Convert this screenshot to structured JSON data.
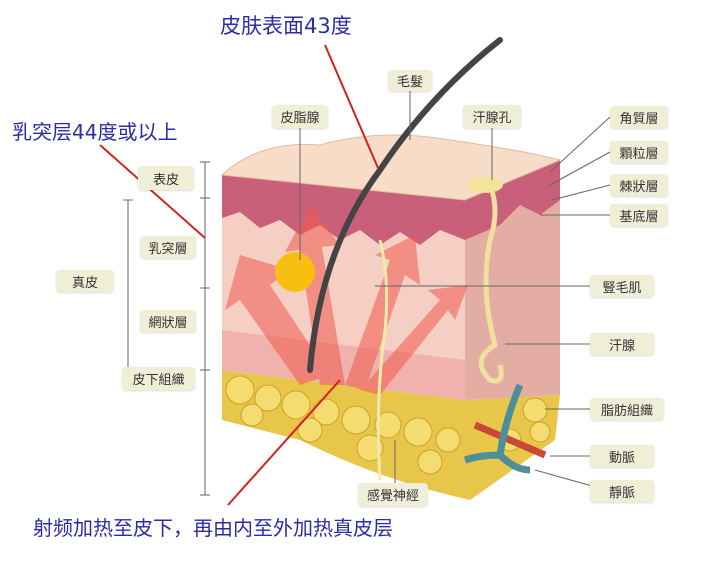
{
  "annotations": {
    "surface": "皮肤表面43度",
    "papillary": "乳突层44度或以上",
    "bottom": "射频加热至皮下，再由内至外加热真皮层"
  },
  "top_labels": {
    "hair": "毛髮",
    "sebaceous": "皮脂腺",
    "sweat_pore": "汗腺孔"
  },
  "right_labels": [
    "角質層",
    "顆粒層",
    "棘狀層",
    "基底層",
    "豎毛肌",
    "汗腺",
    "脂肪組織",
    "動脈",
    "靜脈"
  ],
  "bottom_label": "感覺神經",
  "left_labels": {
    "epidermis": "表皮",
    "papillary": "乳突層",
    "dermis": "真皮",
    "reticular": "網狀層",
    "subcutis": "皮下組織"
  },
  "colors": {
    "annotation": "#2c2ca6",
    "pointer": "#d42020",
    "label_bg": "#efeed6"
  }
}
